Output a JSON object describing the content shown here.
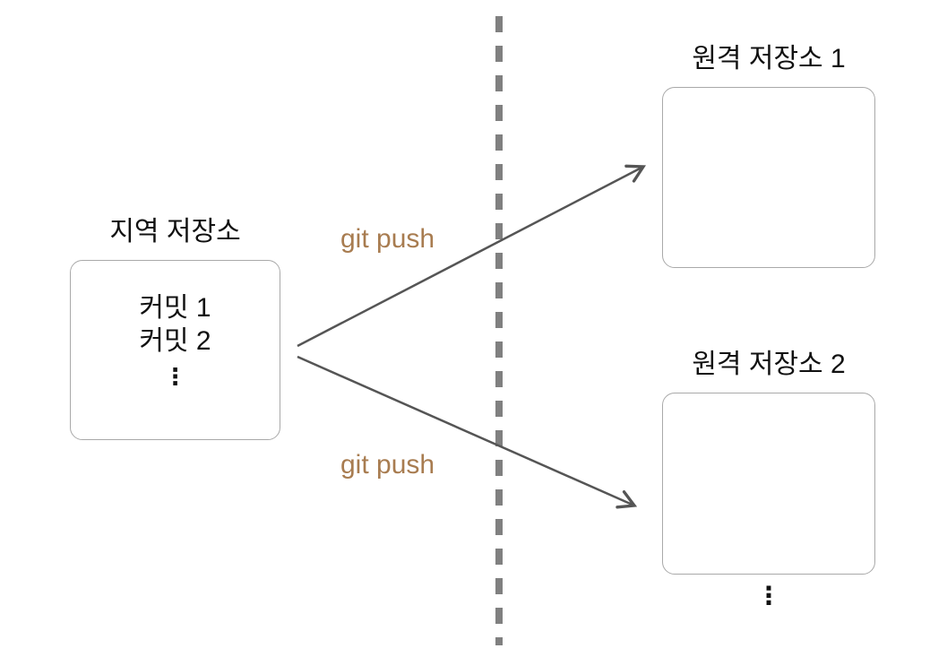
{
  "diagram": {
    "local_repo": {
      "title": "지역 저장소",
      "commits": [
        "커밋 1",
        "커밋 2"
      ],
      "ellipsis": "⋮"
    },
    "remote_repos": [
      {
        "title": "원격 저장소 1"
      },
      {
        "title": "원격 저장소 2"
      }
    ],
    "more_remotes_ellipsis": "⋮",
    "arrows": [
      {
        "label": "git push"
      },
      {
        "label": "git push"
      }
    ],
    "colors": {
      "push_label": "#a87c50",
      "arrow": "#555555",
      "divider": "#808080",
      "box_border": "#a9a9a9",
      "text": "#111111",
      "background": "#ffffff"
    }
  }
}
